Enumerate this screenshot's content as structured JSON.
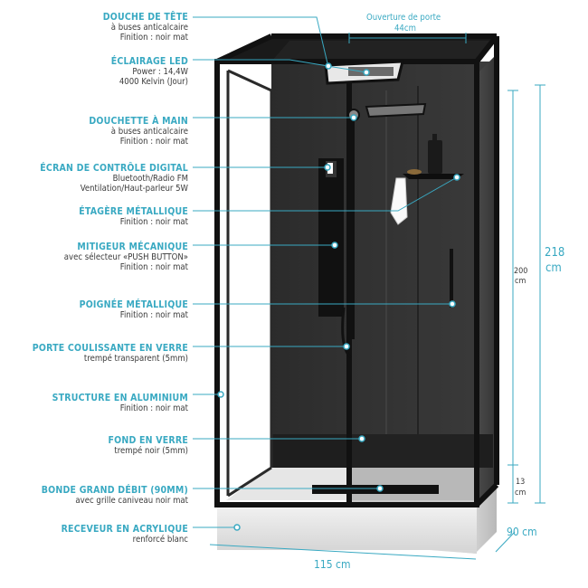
{
  "accent_color": "#39a9c2",
  "dimensions": {
    "door_opening_title": "Ouverture de porte",
    "door_opening_value": "44cm",
    "total_height": "218",
    "total_height_unit": "cm",
    "inner_height": "200",
    "inner_height_unit": "cm",
    "tray_height": "13",
    "tray_height_unit": "cm",
    "depth": "90 cm",
    "width": "115 cm"
  },
  "features": [
    {
      "title": "DOUCHE DE TÊTE",
      "lines": [
        "à buses anticalcaire",
        "Finition : noir mat"
      ]
    },
    {
      "title": "ÉCLAIRAGE LED",
      "lines": [
        "Power : 14,4W",
        "4000 Kelvin (Jour)"
      ]
    },
    {
      "title": "DOUCHETTE À MAIN",
      "lines": [
        "à buses anticalcaire",
        "Finition : noir mat"
      ]
    },
    {
      "title": "ÉCRAN DE CONTRÔLE DIGITAL",
      "lines": [
        "Bluetooth/Radio FM",
        "Ventilation/Haut-parleur 5W"
      ]
    },
    {
      "title": "ÉTAGÈRE MÉTALLIQUE",
      "lines": [
        "Finition : noir mat"
      ]
    },
    {
      "title": "MITIGEUR MÉCANIQUE",
      "lines": [
        "avec sélecteur «PUSH BUTTON»",
        "Finition : noir mat"
      ]
    },
    {
      "title": "POIGNÉE MÉTALLIQUE",
      "lines": [
        "Finition : noir mat"
      ]
    },
    {
      "title": "PORTE COULISSANTE EN VERRE",
      "lines": [
        "trempé transparent (5mm)"
      ]
    },
    {
      "title": "STRUCTURE EN ALUMINIUM",
      "lines": [
        "Finition : noir mat"
      ]
    },
    {
      "title": "FOND EN VERRE",
      "lines": [
        "trempé noir (5mm)"
      ]
    },
    {
      "title": "BONDE GRAND DÉBIT (90MM)",
      "lines": [
        "avec grille caniveau noir mat"
      ]
    },
    {
      "title": "RECEVEUR EN ACRYLIQUE",
      "lines": [
        "renforcé blanc"
      ]
    }
  ]
}
